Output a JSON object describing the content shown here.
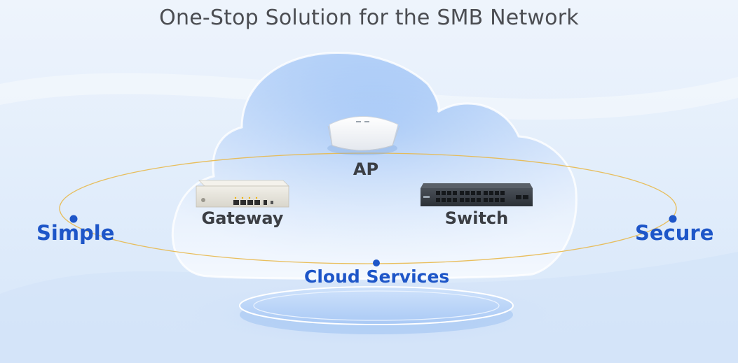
{
  "title": "One-Stop Solution for the SMB Network",
  "devices": {
    "ap": "AP",
    "gateway": "Gateway",
    "switch": "Switch"
  },
  "features": {
    "simple": "Simple",
    "secure": "Secure",
    "cloud_services": "Cloud Services"
  },
  "colors": {
    "accent_blue": "#1e56c8",
    "orbit_gold": "#e8b84a",
    "text_dark": "#3b3e44"
  },
  "icons": [
    "cloud-icon",
    "access-point-icon",
    "gateway-device-icon",
    "switch-device-icon",
    "platform-disc-icon"
  ]
}
